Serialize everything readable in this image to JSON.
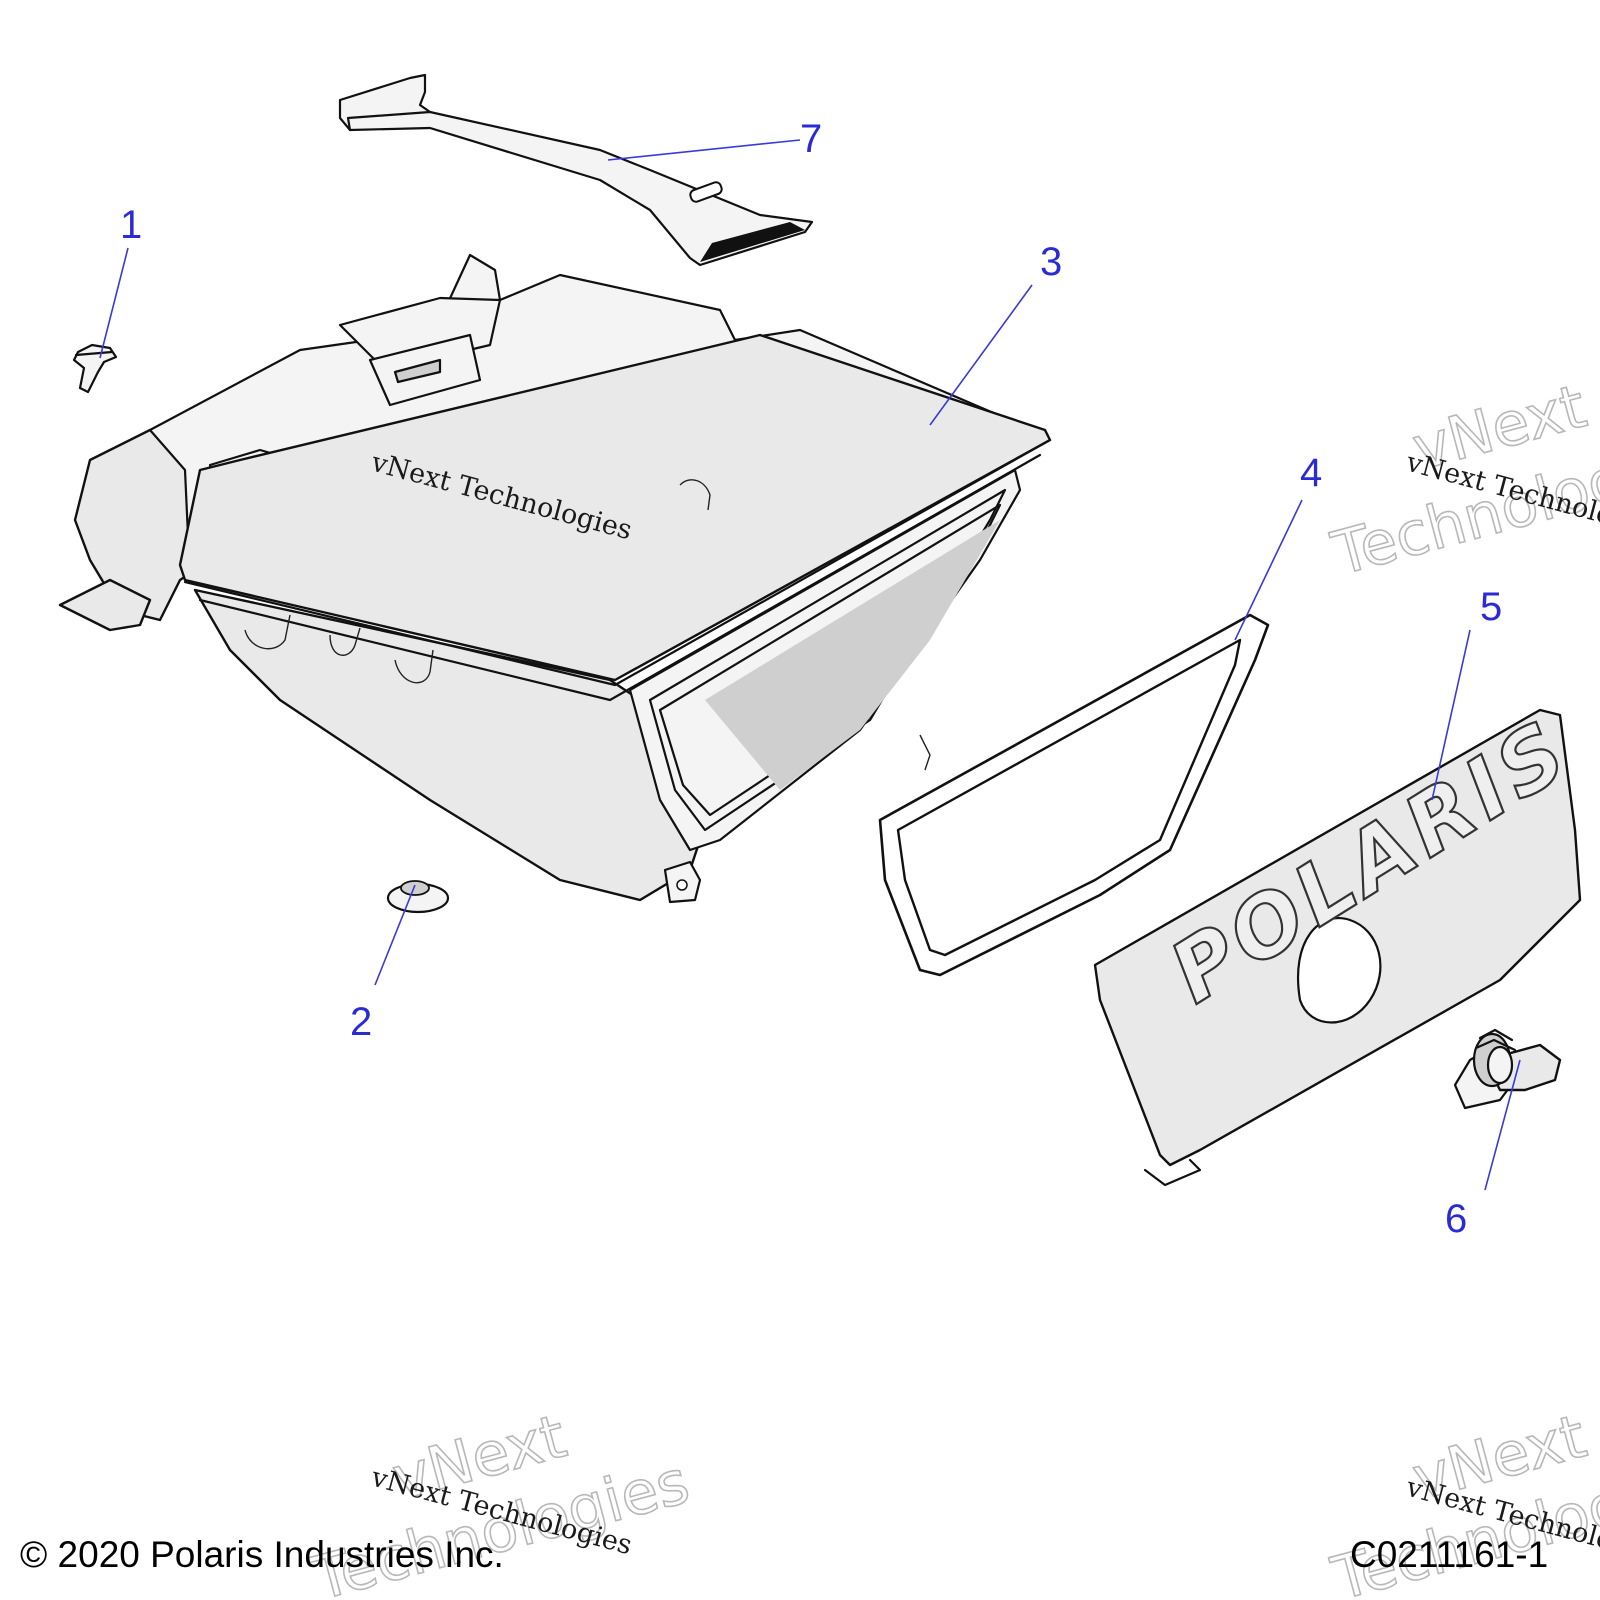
{
  "callouts": [
    "1",
    "2",
    "3",
    "4",
    "5",
    "6",
    "7"
  ],
  "cover_logo": "POLARIS",
  "watermark": {
    "line": "vNext Technologies",
    "word1": "vNext",
    "word2": "Technologies"
  },
  "footer": {
    "copyright": "© 2020 Polaris Industries Inc.",
    "code": "C0211161-1"
  },
  "colors": {
    "callout": "#2b2bd6",
    "part_fill": "#e9e9e9",
    "outline": "#111111"
  }
}
